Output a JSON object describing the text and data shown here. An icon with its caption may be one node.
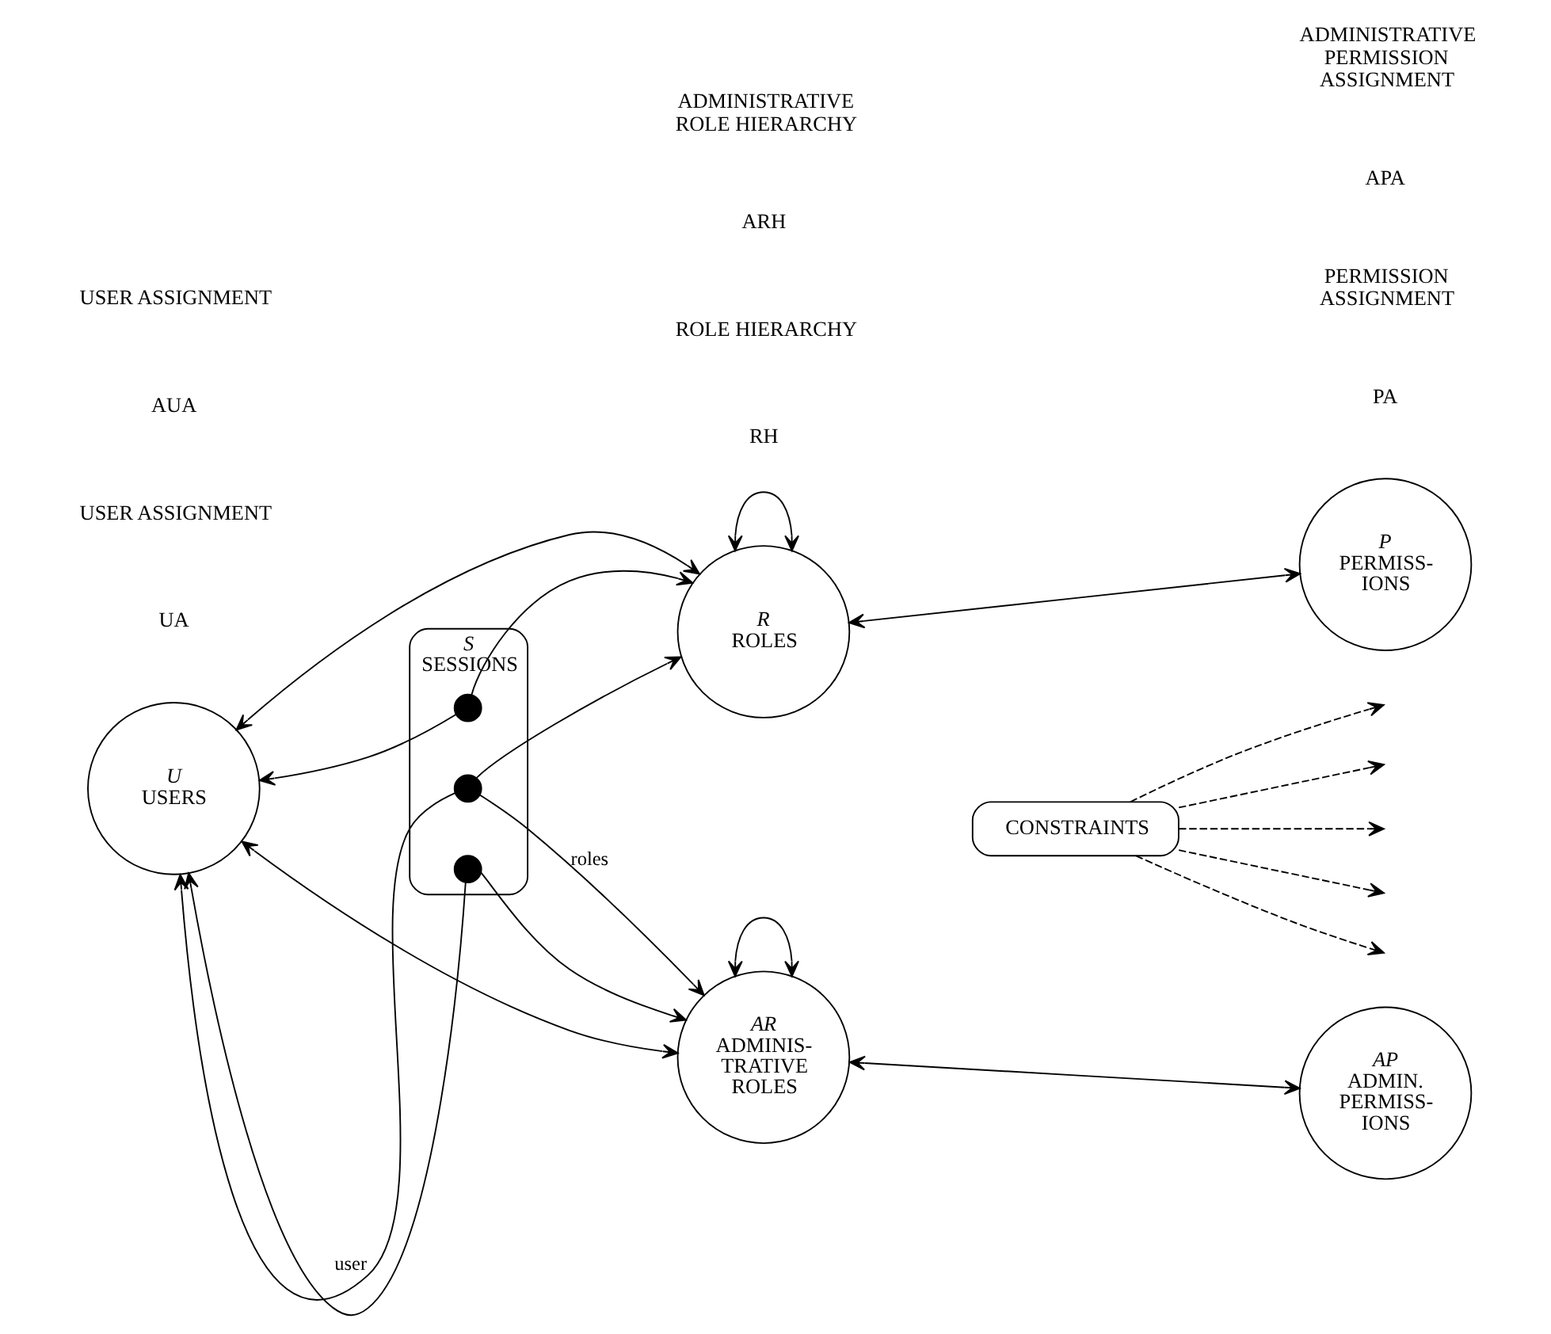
{
  "diagram": {
    "nodes": [
      {
        "text": [
          "U",
          "USERS"
        ]
      },
      {
        "text": [
          "R",
          "ROLES"
        ]
      },
      {
        "text": [
          "P",
          "PERMISS- IONS"
        ]
      },
      {
        "text": [
          "S",
          "SESSIONS"
        ]
      },
      {
        "text": [],
        "shape": "circle",
        "in": 3
      },
      {
        "text": [],
        "shape": "circle",
        "in": 3
      },
      {
        "text": [],
        "shape": "circle",
        "in": 3
      },
      {
        "text": [
          "AR",
          "ADMINIS- TRATIVE ROLES"
        ]
      },
      {
        "text": [
          "AP",
          "ADMIN. PERMISS- IONS"
        ]
      },
      {
        "text": [
          "CONSTRAINTS"
        ]
      }
    ],
    "edges": [
      {
        "from": 0,
        "to": 1,
        "arrow": "both"
      },
      {
        "from": 1,
        "to": 1,
        "arrow": "both"
      },
      {
        "from": 1,
        "to": 2,
        "arrow": "both"
      },
      {
        "from": 4,
        "to": 0,
        "arrow": "to"
      },
      {
        "from": 4,
        "to": 1,
        "arrow": "to"
      },
      {
        "from": 5,
        "to": 0,
        "arrow": "to",
        "label": "user"
      },
      {
        "from": 5,
        "to": 1,
        "arrow": "to"
      },
      {
        "from": 5,
        "to": 7,
        "arrow": "to",
        "label": "roles"
      },
      {
        "from": 6,
        "to": 0,
        "arrow": "to"
      },
      {
        "from": 6,
        "to": 7,
        "arrow": "to"
      },
      {
        "from": 0,
        "to": 7,
        "arrow": "both"
      },
      {
        "from": 7,
        "to": 7,
        "arrow": "both"
      },
      {
        "from": 7,
        "to": 8,
        "arrow": "both"
      },
      {
        "from": 9,
        "to": null,
        "arrow": "to",
        "style": "dashed"
      },
      {
        "from": 9,
        "to": null,
        "arrow": "to",
        "style": "dashed"
      },
      {
        "from": 9,
        "to": null,
        "arrow": "to",
        "style": "dashed"
      },
      {
        "from": 9,
        "to": null,
        "arrow": "to",
        "style": "dashed"
      },
      {
        "from": 9,
        "to": null,
        "arrow": "to",
        "style": "dashed"
      }
    ],
    "labels": [
      "RH",
      "ROLE HIERARCHY",
      "UA",
      "USER ASSIGNMENT",
      "PA",
      "PERMISSION ASSIGNMENT",
      "AUA",
      "USER ASSIGNMENT",
      "ARH",
      "ADMINISTRATIVE ROLE HIERARCHY",
      "APA",
      "ADMINISTRATIVE PERMISSION ASSIGNMENT"
    ]
  }
}
